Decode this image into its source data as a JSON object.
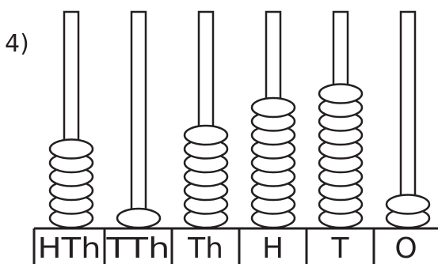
{
  "question_number": "4)",
  "abacus": {
    "columns": [
      {
        "label": "HTh",
        "beads": 6
      },
      {
        "label": "TTh",
        "beads": 1
      },
      {
        "label": "Th",
        "beads": 7
      },
      {
        "label": "H",
        "beads": 9
      },
      {
        "label": "T",
        "beads": 10
      },
      {
        "label": "O",
        "beads": 2
      }
    ]
  },
  "colors": {
    "stroke": "#231f20",
    "fill": "#ffffff"
  }
}
